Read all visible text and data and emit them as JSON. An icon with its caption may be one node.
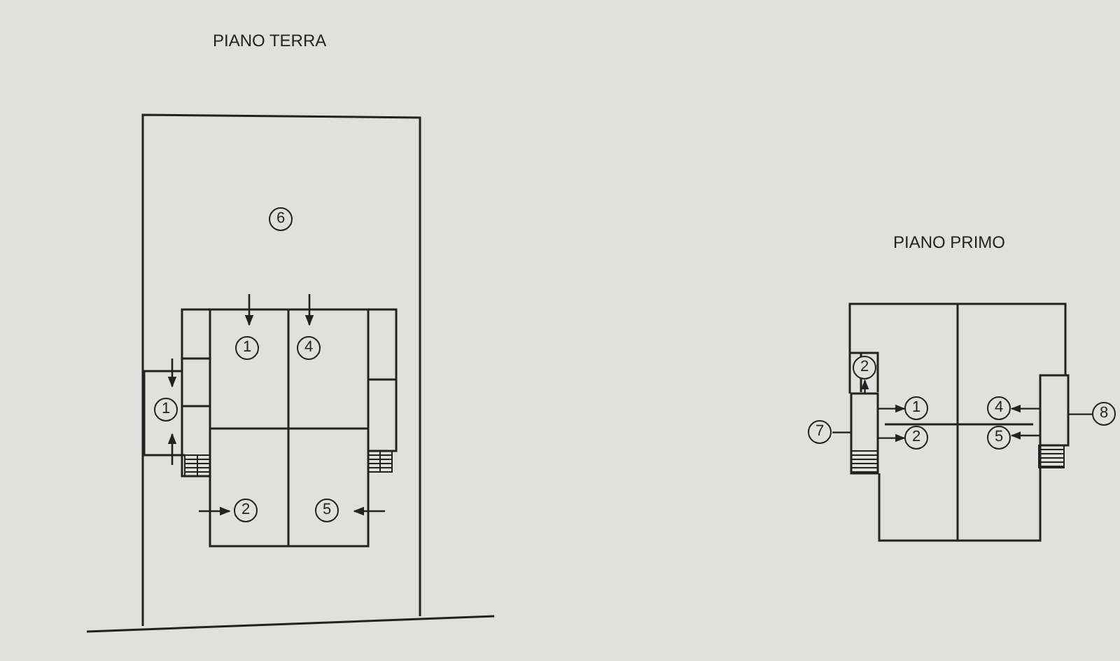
{
  "diagram": {
    "nodes": [
      {
        "text": [
          "6"
        ]
      },
      {
        "text": [
          "1"
        ]
      },
      {
        "text": [
          "4"
        ]
      },
      {
        "text": [
          "1"
        ]
      },
      {
        "text": [
          "2"
        ]
      },
      {
        "text": [
          "5"
        ]
      },
      {
        "text": [
          "2"
        ]
      },
      {
        "text": [],
        "shape": "box"
      },
      {
        "text": [
          "1"
        ]
      },
      {
        "text": [
          "4"
        ]
      },
      {
        "text": [],
        "shape": "box"
      },
      {
        "text": [
          "8"
        ]
      },
      {
        "text": [
          "7"
        ]
      },
      {
        "text": [
          "2"
        ]
      },
      {
        "text": [
          "5"
        ]
      }
    ],
    "edges": [
      {
        "from": 12,
        "to": 7,
        "arrow": "none"
      },
      {
        "from": 11,
        "to": 10,
        "arrow": "none"
      },
      {
        "from": 7,
        "to": 6,
        "arrow": "to"
      },
      {
        "from": 7,
        "to": 8,
        "arrow": "to"
      },
      {
        "from": 7,
        "to": 13,
        "arrow": "to"
      },
      {
        "from": 10,
        "to": 9,
        "arrow": "to"
      },
      {
        "from": 10,
        "to": 14,
        "arrow": "to"
      }
    ],
    "labels": [
      "PIANO TERRA",
      "PIANO PRIMO"
    ]
  }
}
